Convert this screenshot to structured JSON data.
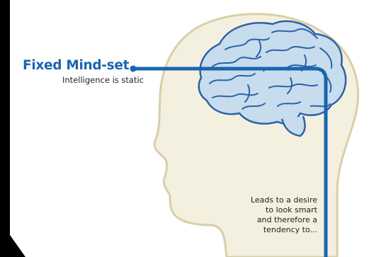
{
  "labels": {
    "title": "Fixed Mind-set",
    "subtitle": "Intelligence is static",
    "caption_lines": [
      "Leads to a desire",
      "to look smart",
      "and therefore a",
      "tendency to..."
    ]
  },
  "colors": {
    "background": "#000000",
    "page": "#ffffff",
    "head_fill": "#f4f0df",
    "head_outline": "#d8cfa8",
    "brain_fill": "#c7dced",
    "brain_outline": "#2c62a6",
    "connector": "#1a65b0",
    "title_text": "#1a65b0",
    "body_text": "#222222"
  },
  "icons": {
    "brain": "brain-icon",
    "head": "head-silhouette"
  }
}
